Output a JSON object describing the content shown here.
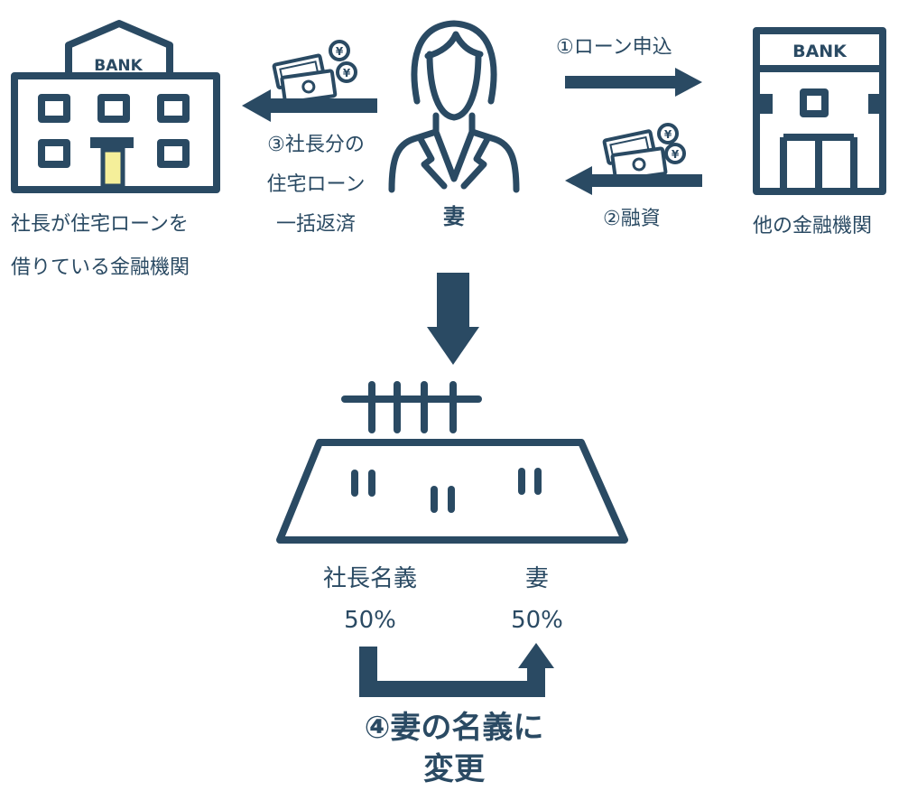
{
  "colors": {
    "primary": "#2a4a63",
    "accent": "#f5ef9a",
    "bg": "#ffffff"
  },
  "left_bank": {
    "sign": "BANK",
    "caption_line1": "社長が住宅ローンを",
    "caption_line2": "借りている金融機関"
  },
  "right_bank": {
    "sign": "BANK",
    "caption": "他の金融機関"
  },
  "person": {
    "label": "妻"
  },
  "steps": {
    "step1": "①ローン申込",
    "step2": "②融資",
    "step3_line1": "③社長分の",
    "step3_line2": "住宅ローン",
    "step3_line3": "一括返済",
    "step4_line1": "④妻の名義に",
    "step4_line2": "変更"
  },
  "ownership": {
    "before_label": "社長名義",
    "before_share": "50%",
    "after_label": "妻",
    "after_share": "50%"
  },
  "icons": {
    "bank_left": "bank-building-icon",
    "bank_right": "bank-building-icon",
    "person": "woman-person-icon",
    "money_left": "money-bills-yen-coin-icon",
    "money_right": "money-bills-yen-coin-icon",
    "house": "house-roof-icon"
  }
}
